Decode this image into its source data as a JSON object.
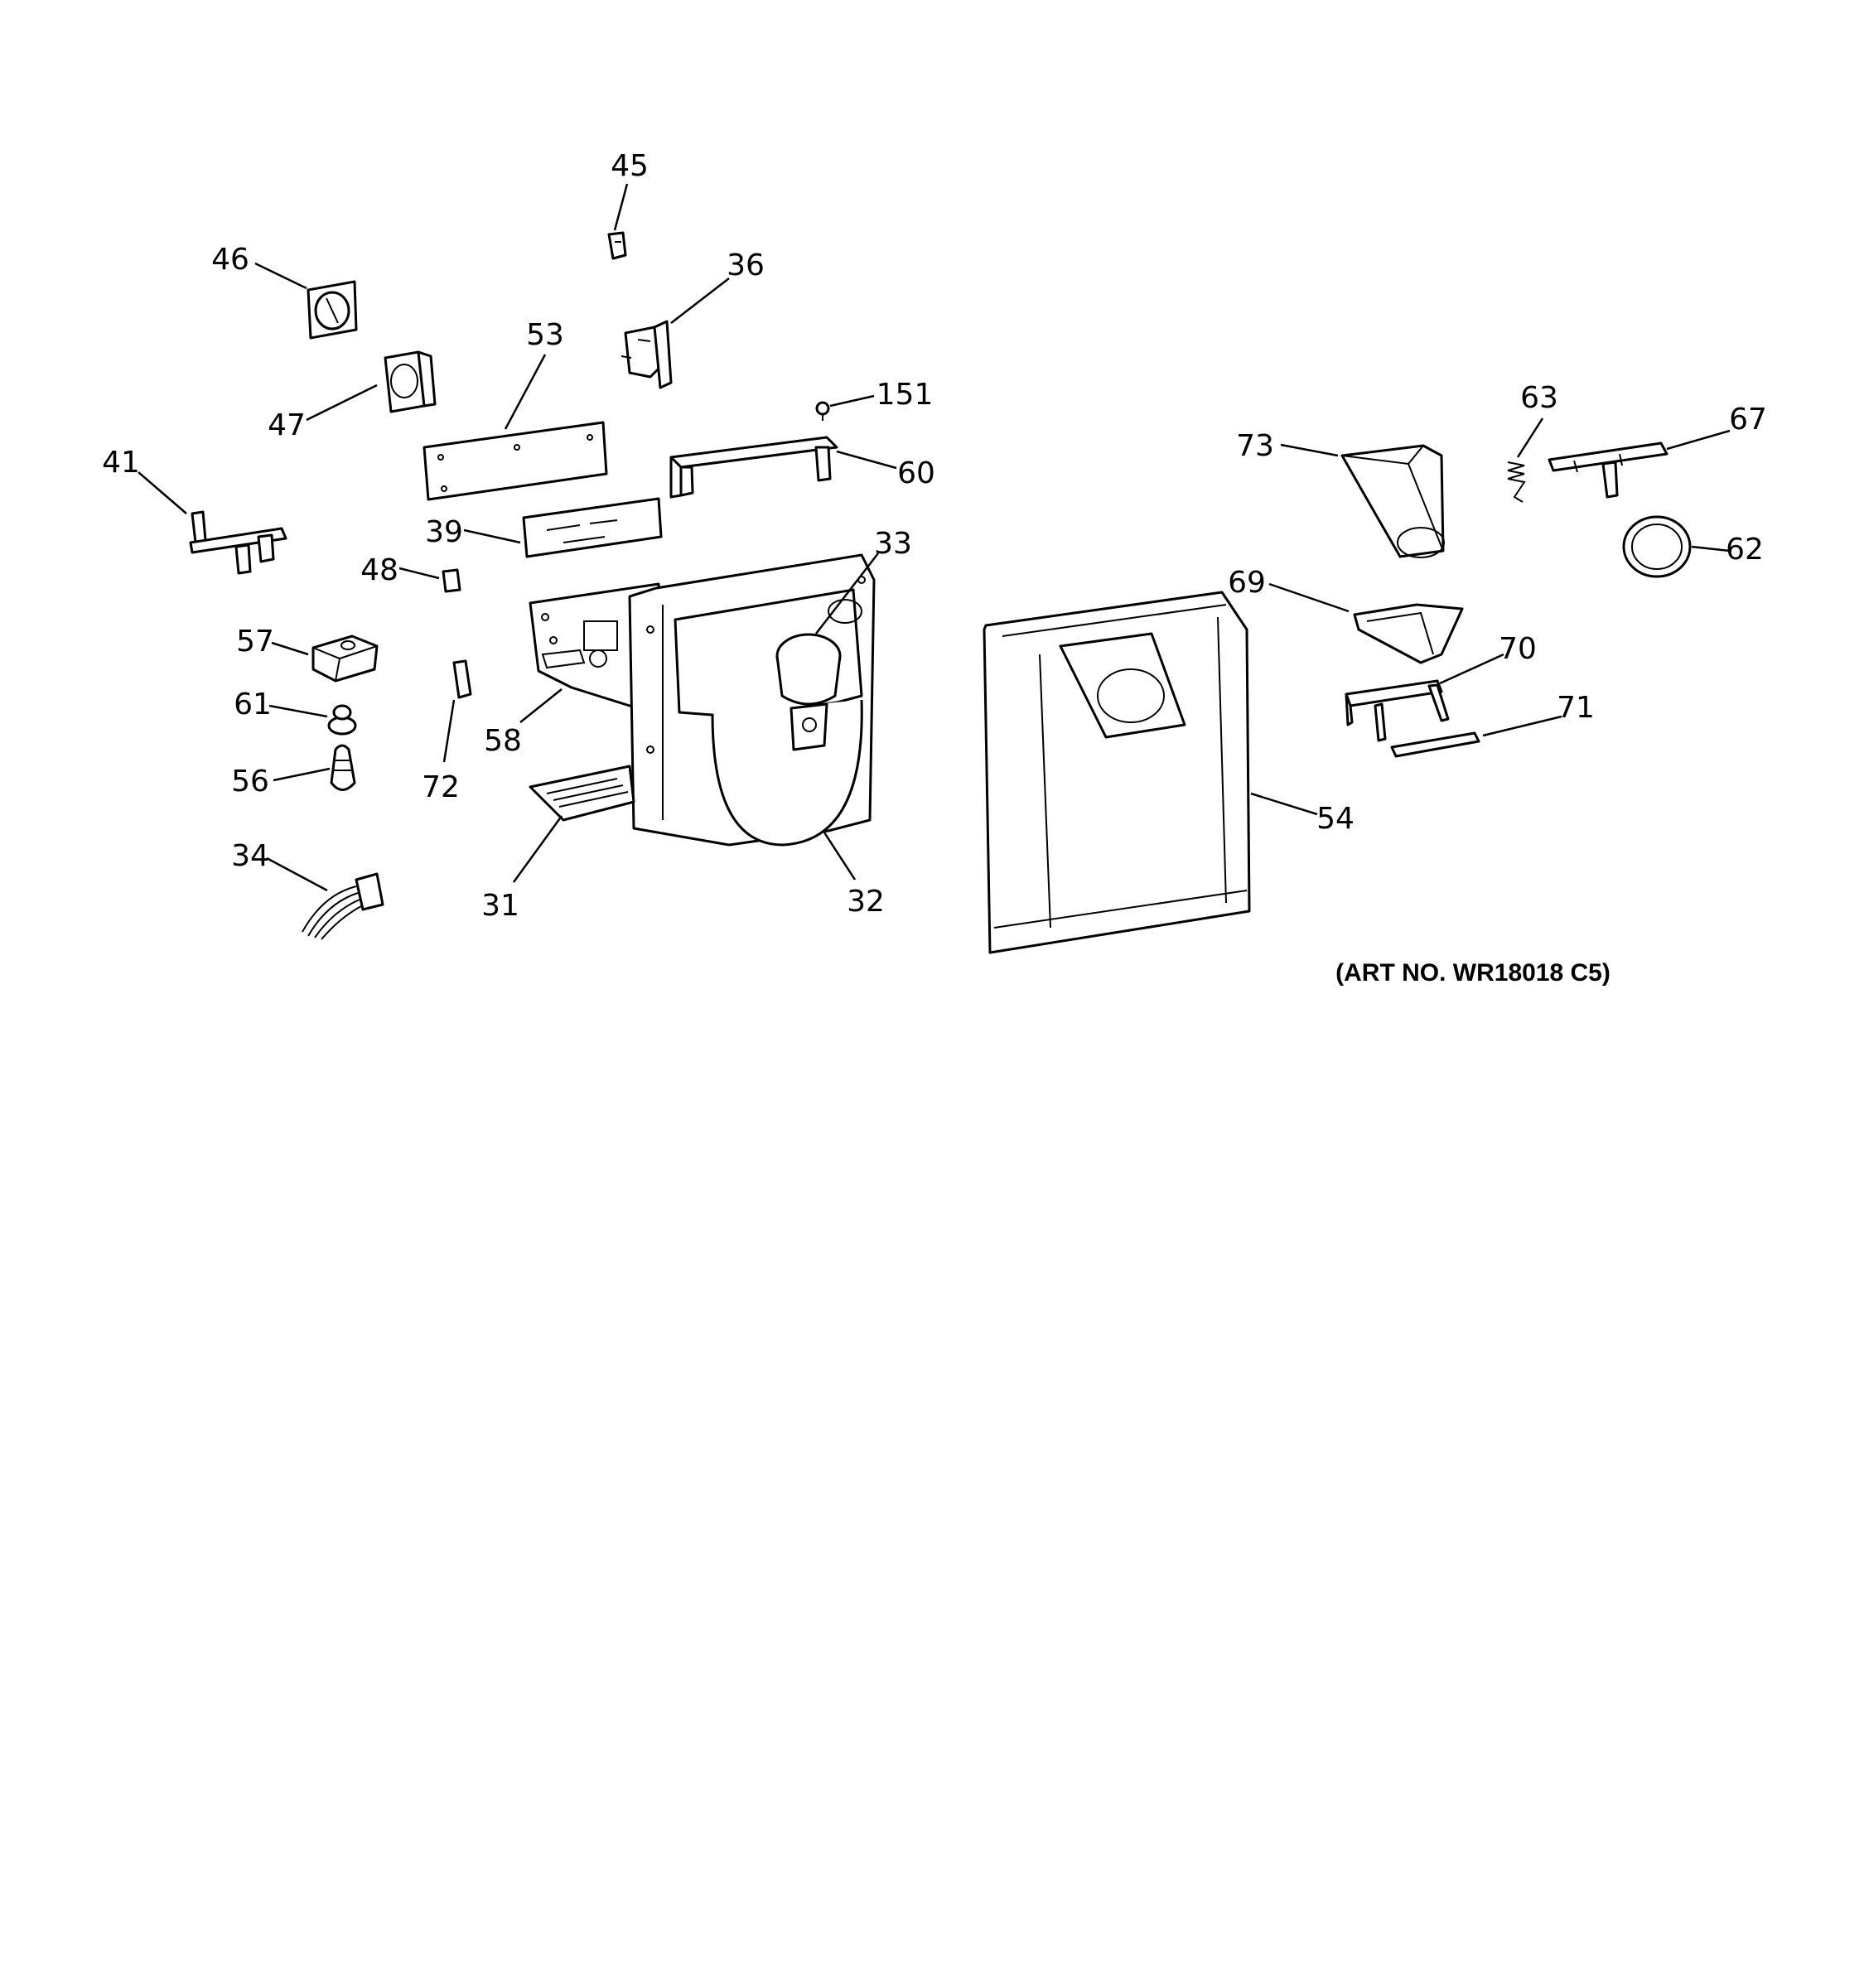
{
  "callouts": {
    "c45": "45",
    "c46": "46",
    "c36": "36",
    "c53": "53",
    "c151": "151",
    "c47": "47",
    "c41": "41",
    "c60": "60",
    "c39": "39",
    "c33": "33",
    "c48": "48",
    "c57": "57",
    "c61": "61",
    "c58": "58",
    "c72": "72",
    "c56": "56",
    "c34": "34",
    "c31": "31",
    "c32": "32",
    "c63": "63",
    "c67": "67",
    "c73": "73",
    "c62": "62",
    "c69": "69",
    "c70": "70",
    "c71": "71",
    "c54": "54"
  },
  "art_number": "(ART NO. WR18018 C5)"
}
